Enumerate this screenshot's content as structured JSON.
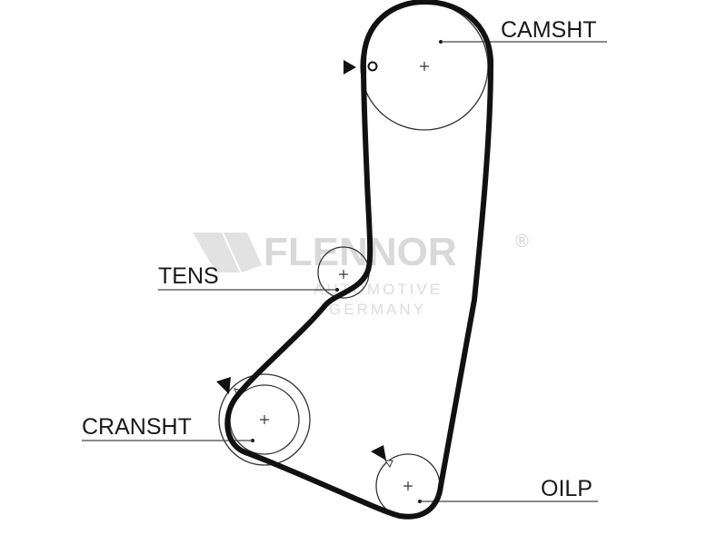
{
  "diagram": {
    "type": "timing-belt-routing",
    "pulleys": [
      {
        "id": "camshaft",
        "label": "CAMSHT"
      },
      {
        "id": "tensioner",
        "label": "TENS"
      },
      {
        "id": "crankshaft",
        "label": "CRANSHT"
      },
      {
        "id": "oil-pump",
        "label": "OILP"
      }
    ],
    "watermark": {
      "brand": "FLENNOR",
      "registered": "®",
      "line1": "AUTOMOTIVE",
      "line2": "GERMANY"
    },
    "colors": {
      "belt": "#111111",
      "pulley": "#333333",
      "label": "#1a1a1a",
      "watermark": "#d9d9d9"
    }
  }
}
